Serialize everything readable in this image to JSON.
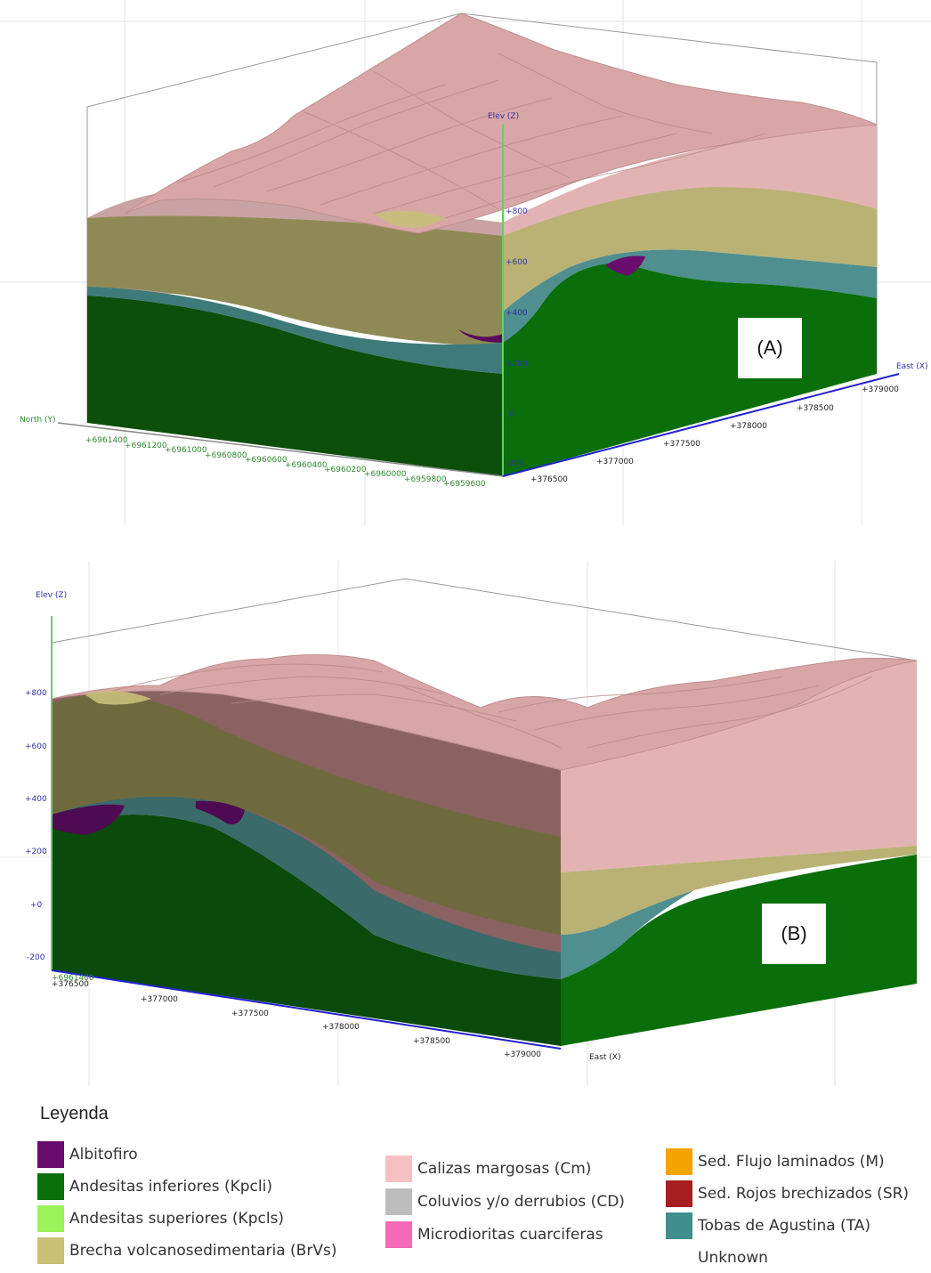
{
  "panel_a": {
    "label": "(A)",
    "axis_north": "North (Y)",
    "axis_east": "East (X)",
    "axis_elev": "Elev (Z)",
    "north_ticks": [
      "+6961400",
      "+6961200",
      "+6961000",
      "+6960800",
      "+6960600",
      "+6960400",
      "+6960200",
      "+6960000",
      "+6959800",
      "+6959600"
    ],
    "east_ticks": [
      "+376500",
      "+377000",
      "+377500",
      "+378000",
      "+378500",
      "+379000"
    ],
    "elev_ticks": [
      "+800",
      "+600",
      "+400",
      "+200",
      "0",
      "-200"
    ]
  },
  "panel_b": {
    "label": "(B)",
    "axis_east": "East (X)",
    "axis_elev": "Elev (Z)",
    "corner_tick": "+6961400",
    "east_ticks": [
      "+376500",
      "+377000",
      "+377500",
      "+378000",
      "+378500",
      "+379000"
    ],
    "elev_ticks": [
      "+800",
      "+600",
      "+400",
      "+200",
      "+0",
      "-200"
    ]
  },
  "legend": {
    "title": "Leyenda",
    "items": [
      {
        "label": "Albitofiro",
        "color": "#6a0b6e"
      },
      {
        "label": "Andesitas inferiores (Kpcli)",
        "color": "#0b6f0b"
      },
      {
        "label": "Andesitas superiores (Kpcls)",
        "color": "#9cf25a"
      },
      {
        "label": "Brecha volcanosedimentaria (BrVs)",
        "color": "#c9c074"
      },
      {
        "label": "Calizas margosas (Cm)",
        "color": "#f6c0c2"
      },
      {
        "label": "Coluvios y/o derrubios (CD)",
        "color": "#bdbdbd"
      },
      {
        "label": "Microdioritas cuarciferas",
        "color": "#f56ab8"
      },
      {
        "label": "Sed. Flujo laminados (M)",
        "color": "#f5a300"
      },
      {
        "label": "Sed. Rojos brechizados (SR)",
        "color": "#a51f1f"
      },
      {
        "label": "Tobas de Agustina (TA)",
        "color": "#3f8f8f"
      },
      {
        "label": "Unknown",
        "color": ""
      }
    ]
  },
  "colors": {
    "calizas": "#e7b1b1",
    "topo": "#d9a8a8",
    "brecha": "#a8a06a",
    "andesita_inf": "#0a6a0a",
    "tobas": "#4a8c8c",
    "albitofiro": "#6a0b6e",
    "axis_green": "#2f9a2f",
    "axis_blue": "#2222cc"
  }
}
